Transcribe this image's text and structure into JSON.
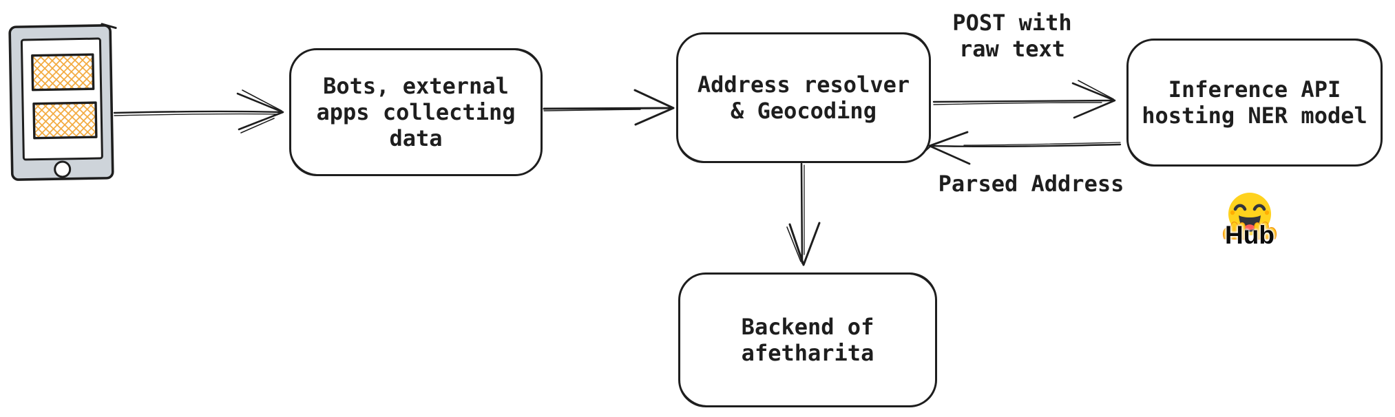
{
  "nodes": {
    "bots": {
      "label": "Bots, external\napps collecting\ndata"
    },
    "resolver": {
      "label": "Address resolver\n& Geocoding"
    },
    "inference": {
      "label": "Inference API\nhosting NER model"
    },
    "backend": {
      "label": "Backend of\nafetharita"
    }
  },
  "edge_labels": {
    "post": "POST with\nraw text",
    "parsed": "Parsed Address"
  },
  "hub": {
    "label": "Hub"
  },
  "style": {
    "stroke": "#1e1e1e",
    "phone_body": "#ced4da",
    "phone_screen": "#ffffff",
    "hatch": "#f3a93c",
    "hf_yellow": "#ffd21e",
    "hf_hand_shade": "#ffac03",
    "background": "#ffffff"
  }
}
